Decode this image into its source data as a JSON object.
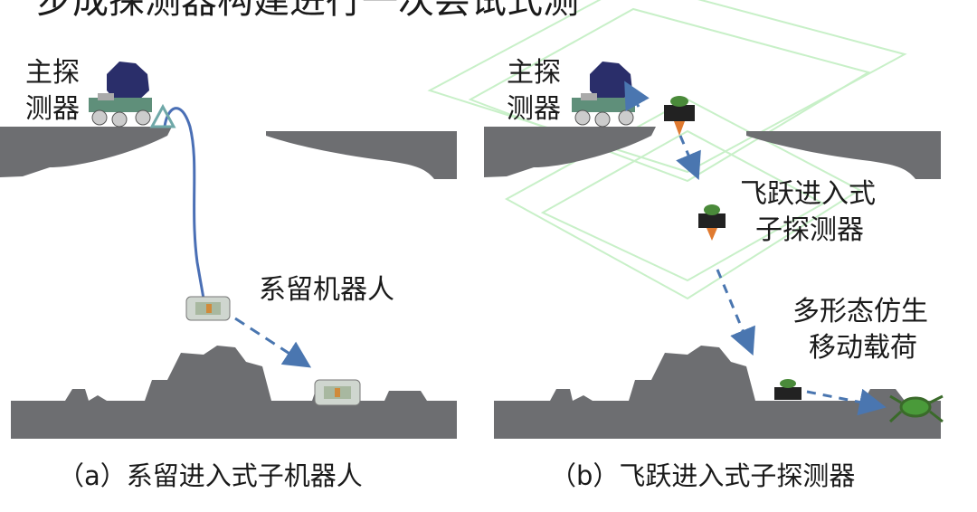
{
  "top_text": "步成探测器构建进行一次尝试式测",
  "panel_a": {
    "main_probe_label": [
      "主探",
      "测器"
    ],
    "robot_label": "系留机器人",
    "caption": "（a）系留进入式子机器人"
  },
  "panel_b": {
    "main_probe_label": [
      "主探",
      "测器"
    ],
    "sub_probe_label": [
      "飞跃进入式",
      "子探测器"
    ],
    "payload_label": [
      "多形态仿生",
      "移动载荷"
    ],
    "caption": "（b）飞跃进入式子探测器"
  },
  "colors": {
    "ground": "#6d6e71",
    "tether": "#4a6fb5",
    "arrow": "#4a76b0",
    "watermark": "#c8f0c8"
  }
}
